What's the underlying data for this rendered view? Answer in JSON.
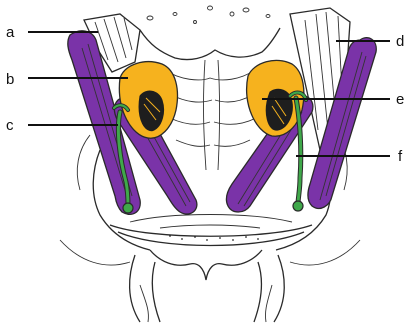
{
  "labels": {
    "a": "a",
    "b": "b",
    "c": "c",
    "d": "d",
    "e": "e",
    "f": "f"
  },
  "colors": {
    "muscle": "#7a33a8",
    "fat_pad": "#f6b21e",
    "nerve": "#3fa84a",
    "ink": "#2a2a2a",
    "background": "#ffffff"
  }
}
